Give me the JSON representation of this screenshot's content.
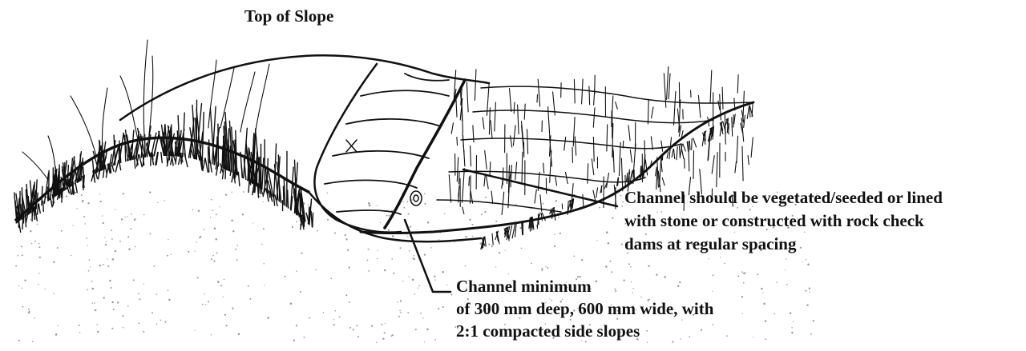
{
  "diagram": {
    "title_label": "Top of Slope",
    "callout_channel_lining": {
      "line1": "Channel should be vegetated/seeded or lined",
      "line2": "with stone or constructed with rock check",
      "line3": "dams at regular spacing"
    },
    "callout_channel_dimensions": {
      "line1": "Channel minimum",
      "line2": "of 300 mm deep, 600 mm wide, with",
      "line3": "2:1 compacted side slopes"
    }
  },
  "colors": {
    "ink": "#111111",
    "paper": "#ffffff"
  }
}
